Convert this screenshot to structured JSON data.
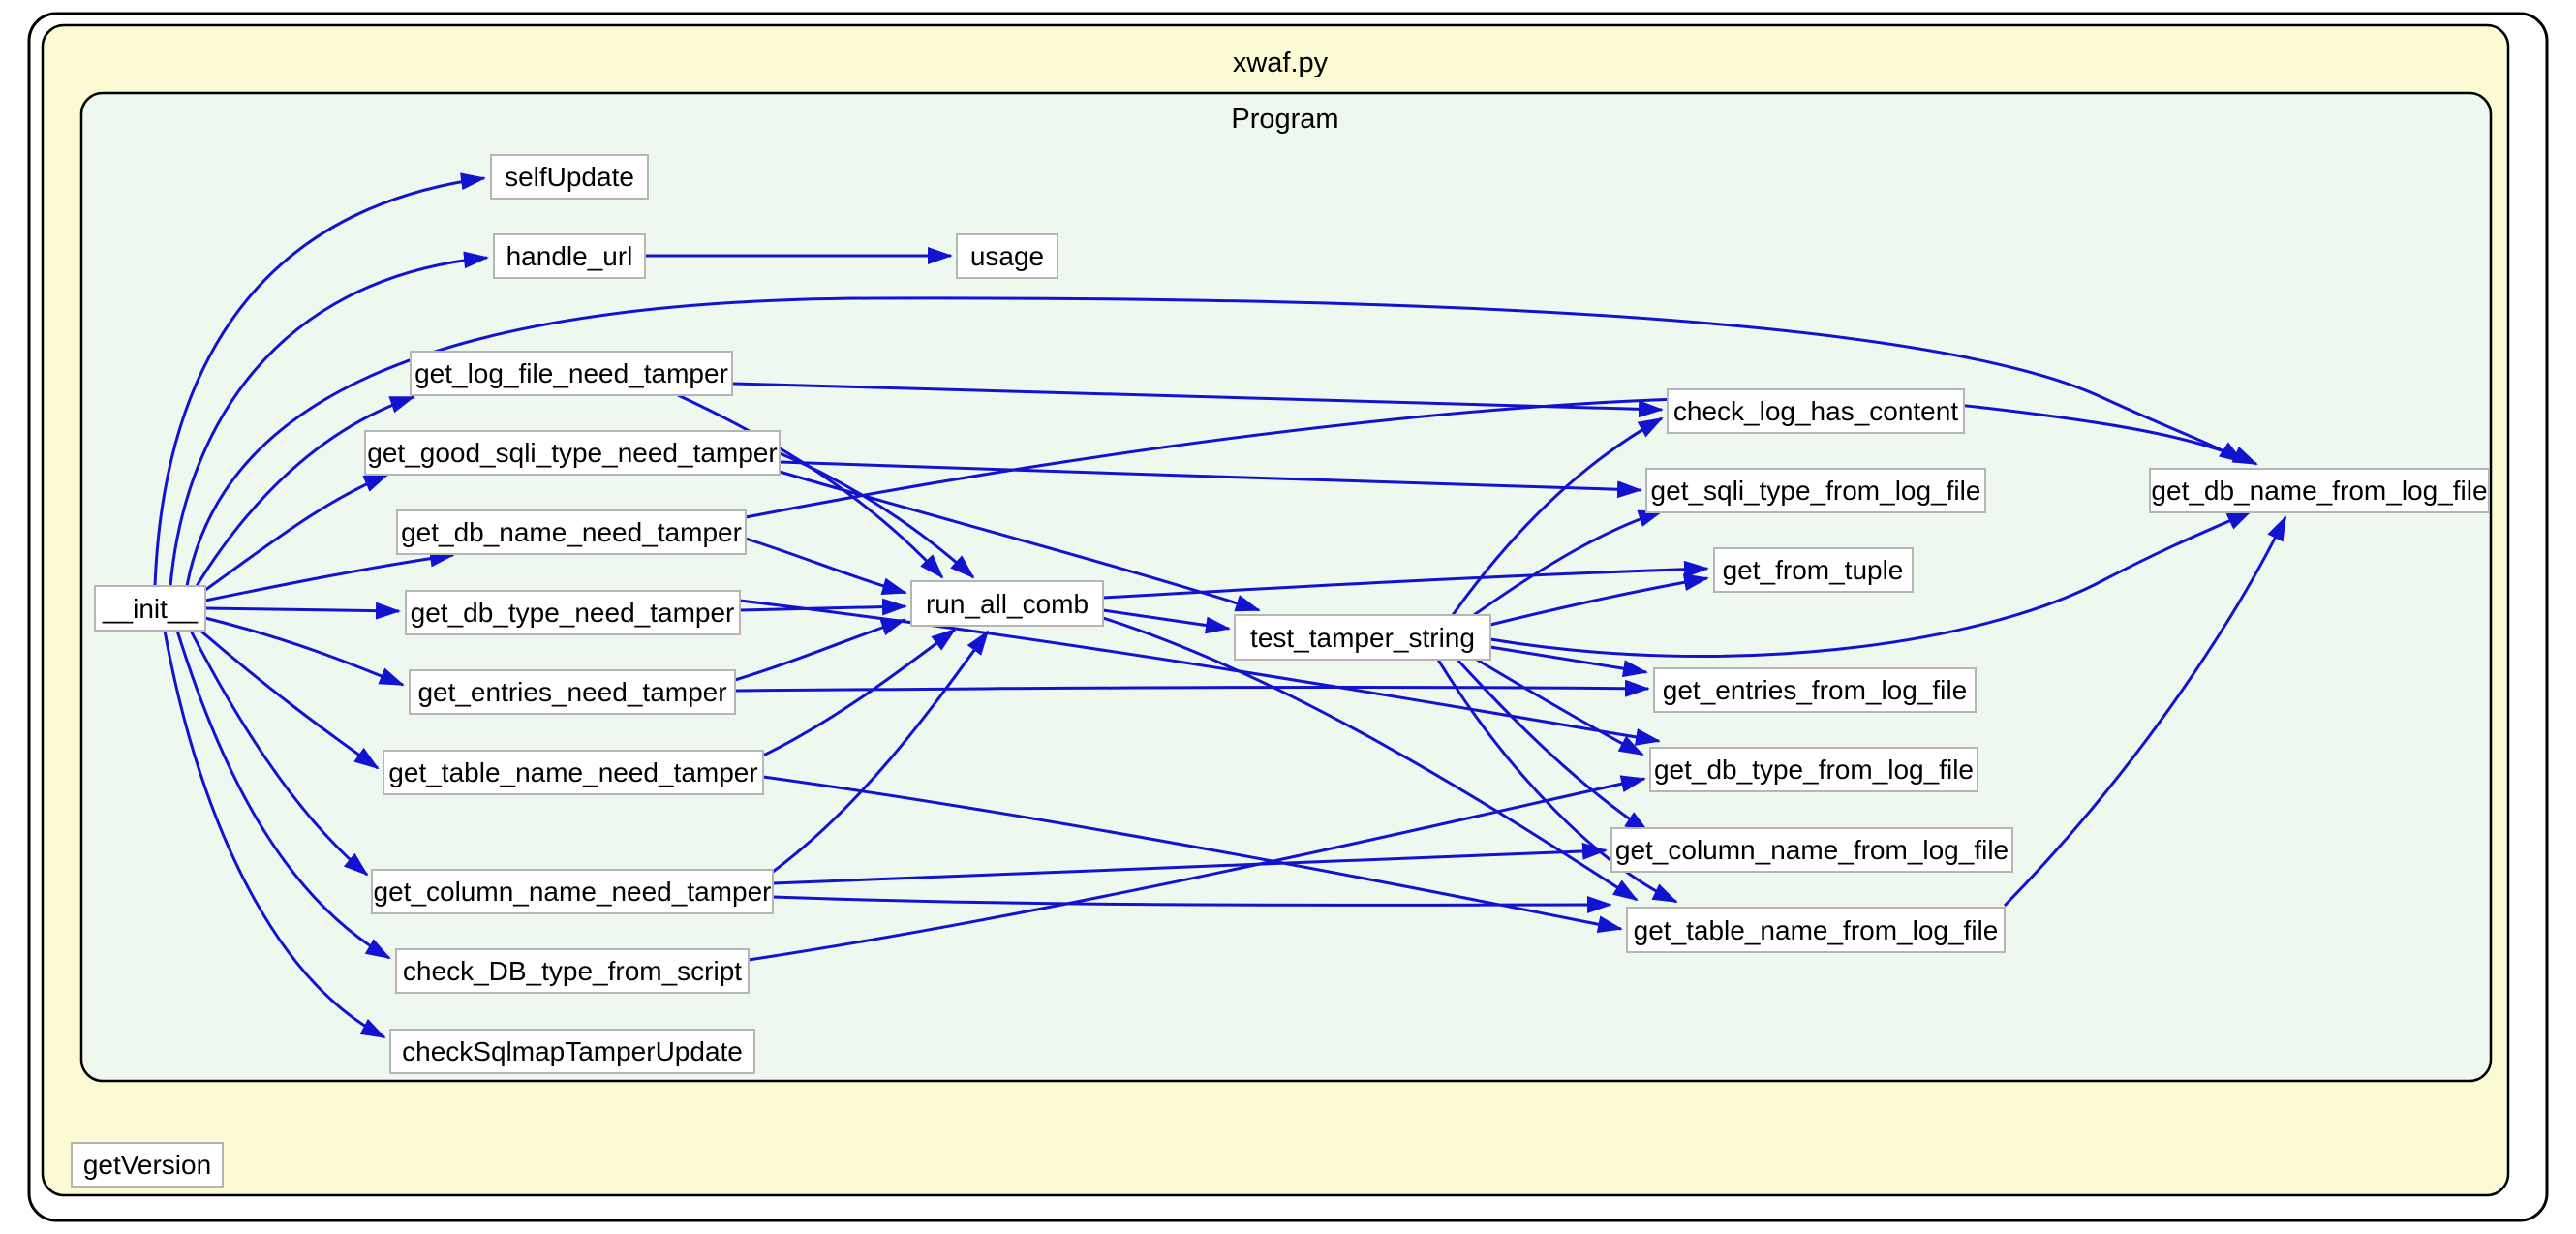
{
  "diagram": {
    "file_title": "xwaf.py",
    "cluster_label": "Program",
    "colors": {
      "edge": "#1212d1",
      "node_fill": "#ffffff",
      "node_border": "#b5b5b5",
      "outer_fill": "#ffffff",
      "file_container_fill": "#fbfad2",
      "cluster_fill": "#eef8ee",
      "container_border": "#000000",
      "text": "#000000"
    },
    "nodes": [
      {
        "id": "init",
        "label": "__init__"
      },
      {
        "id": "selfUpdate",
        "label": "selfUpdate"
      },
      {
        "id": "handle_url",
        "label": "handle_url"
      },
      {
        "id": "usage",
        "label": "usage"
      },
      {
        "id": "get_log_file_need_tamper",
        "label": "get_log_file_need_tamper"
      },
      {
        "id": "get_good_sqli_type_need_tamper",
        "label": "get_good_sqli_type_need_tamper"
      },
      {
        "id": "get_db_name_need_tamper",
        "label": "get_db_name_need_tamper"
      },
      {
        "id": "get_db_type_need_tamper",
        "label": "get_db_type_need_tamper"
      },
      {
        "id": "get_entries_need_tamper",
        "label": "get_entries_need_tamper"
      },
      {
        "id": "get_table_name_need_tamper",
        "label": "get_table_name_need_tamper"
      },
      {
        "id": "get_column_name_need_tamper",
        "label": "get_column_name_need_tamper"
      },
      {
        "id": "check_DB_type_from_script",
        "label": "check_DB_type_from_script"
      },
      {
        "id": "checkSqlmapTamperUpdate",
        "label": "checkSqlmapTamperUpdate"
      },
      {
        "id": "run_all_comb",
        "label": "run_all_comb"
      },
      {
        "id": "test_tamper_string",
        "label": "test_tamper_string"
      },
      {
        "id": "check_log_has_content",
        "label": "check_log_has_content"
      },
      {
        "id": "get_sqli_type_from_log_file",
        "label": "get_sqli_type_from_log_file"
      },
      {
        "id": "get_from_tuple",
        "label": "get_from_tuple"
      },
      {
        "id": "get_entries_from_log_file",
        "label": "get_entries_from_log_file"
      },
      {
        "id": "get_db_type_from_log_file",
        "label": "get_db_type_from_log_file"
      },
      {
        "id": "get_column_name_from_log_file",
        "label": "get_column_name_from_log_file"
      },
      {
        "id": "get_table_name_from_log_file",
        "label": "get_table_name_from_log_file"
      },
      {
        "id": "get_db_name_from_log_file",
        "label": "get_db_name_from_log_file"
      },
      {
        "id": "getVersion",
        "label": "getVersion"
      }
    ],
    "edges": [
      [
        "__init__",
        "selfUpdate"
      ],
      [
        "__init__",
        "handle_url"
      ],
      [
        "__init__",
        "get_db_name_from_log_file"
      ],
      [
        "__init__",
        "get_log_file_need_tamper"
      ],
      [
        "__init__",
        "get_good_sqli_type_need_tamper"
      ],
      [
        "__init__",
        "get_db_name_need_tamper"
      ],
      [
        "__init__",
        "get_db_type_need_tamper"
      ],
      [
        "__init__",
        "get_entries_need_tamper"
      ],
      [
        "__init__",
        "get_table_name_need_tamper"
      ],
      [
        "__init__",
        "get_column_name_need_tamper"
      ],
      [
        "__init__",
        "check_DB_type_from_script"
      ],
      [
        "__init__",
        "checkSqlmapTamperUpdate"
      ],
      [
        "handle_url",
        "usage"
      ],
      [
        "get_log_file_need_tamper",
        "run_all_comb"
      ],
      [
        "get_log_file_need_tamper",
        "check_log_has_content"
      ],
      [
        "get_good_sqli_type_need_tamper",
        "run_all_comb"
      ],
      [
        "get_good_sqli_type_need_tamper",
        "test_tamper_string"
      ],
      [
        "get_good_sqli_type_need_tamper",
        "get_sqli_type_from_log_file"
      ],
      [
        "get_db_name_need_tamper",
        "run_all_comb"
      ],
      [
        "get_db_name_need_tamper",
        "get_db_name_from_log_file"
      ],
      [
        "get_db_type_need_tamper",
        "run_all_comb"
      ],
      [
        "get_db_type_need_tamper",
        "get_db_type_from_log_file"
      ],
      [
        "get_entries_need_tamper",
        "run_all_comb"
      ],
      [
        "get_entries_need_tamper",
        "get_entries_from_log_file"
      ],
      [
        "get_table_name_need_tamper",
        "run_all_comb"
      ],
      [
        "get_table_name_need_tamper",
        "get_table_name_from_log_file"
      ],
      [
        "get_column_name_need_tamper",
        "run_all_comb"
      ],
      [
        "get_column_name_need_tamper",
        "get_column_name_from_log_file"
      ],
      [
        "get_column_name_need_tamper",
        "get_table_name_from_log_file"
      ],
      [
        "check_DB_type_from_script",
        "get_db_type_from_log_file"
      ],
      [
        "run_all_comb",
        "test_tamper_string"
      ],
      [
        "run_all_comb",
        "get_from_tuple"
      ],
      [
        "run_all_comb",
        "get_table_name_from_log_file"
      ],
      [
        "test_tamper_string",
        "check_log_has_content"
      ],
      [
        "test_tamper_string",
        "get_sqli_type_from_log_file"
      ],
      [
        "test_tamper_string",
        "get_from_tuple"
      ],
      [
        "test_tamper_string",
        "get_entries_from_log_file"
      ],
      [
        "test_tamper_string",
        "get_db_type_from_log_file"
      ],
      [
        "test_tamper_string",
        "get_column_name_from_log_file"
      ],
      [
        "test_tamper_string",
        "get_table_name_from_log_file"
      ],
      [
        "test_tamper_string",
        "get_db_name_from_log_file"
      ],
      [
        "get_table_name_from_log_file",
        "get_db_name_from_log_file"
      ]
    ]
  }
}
